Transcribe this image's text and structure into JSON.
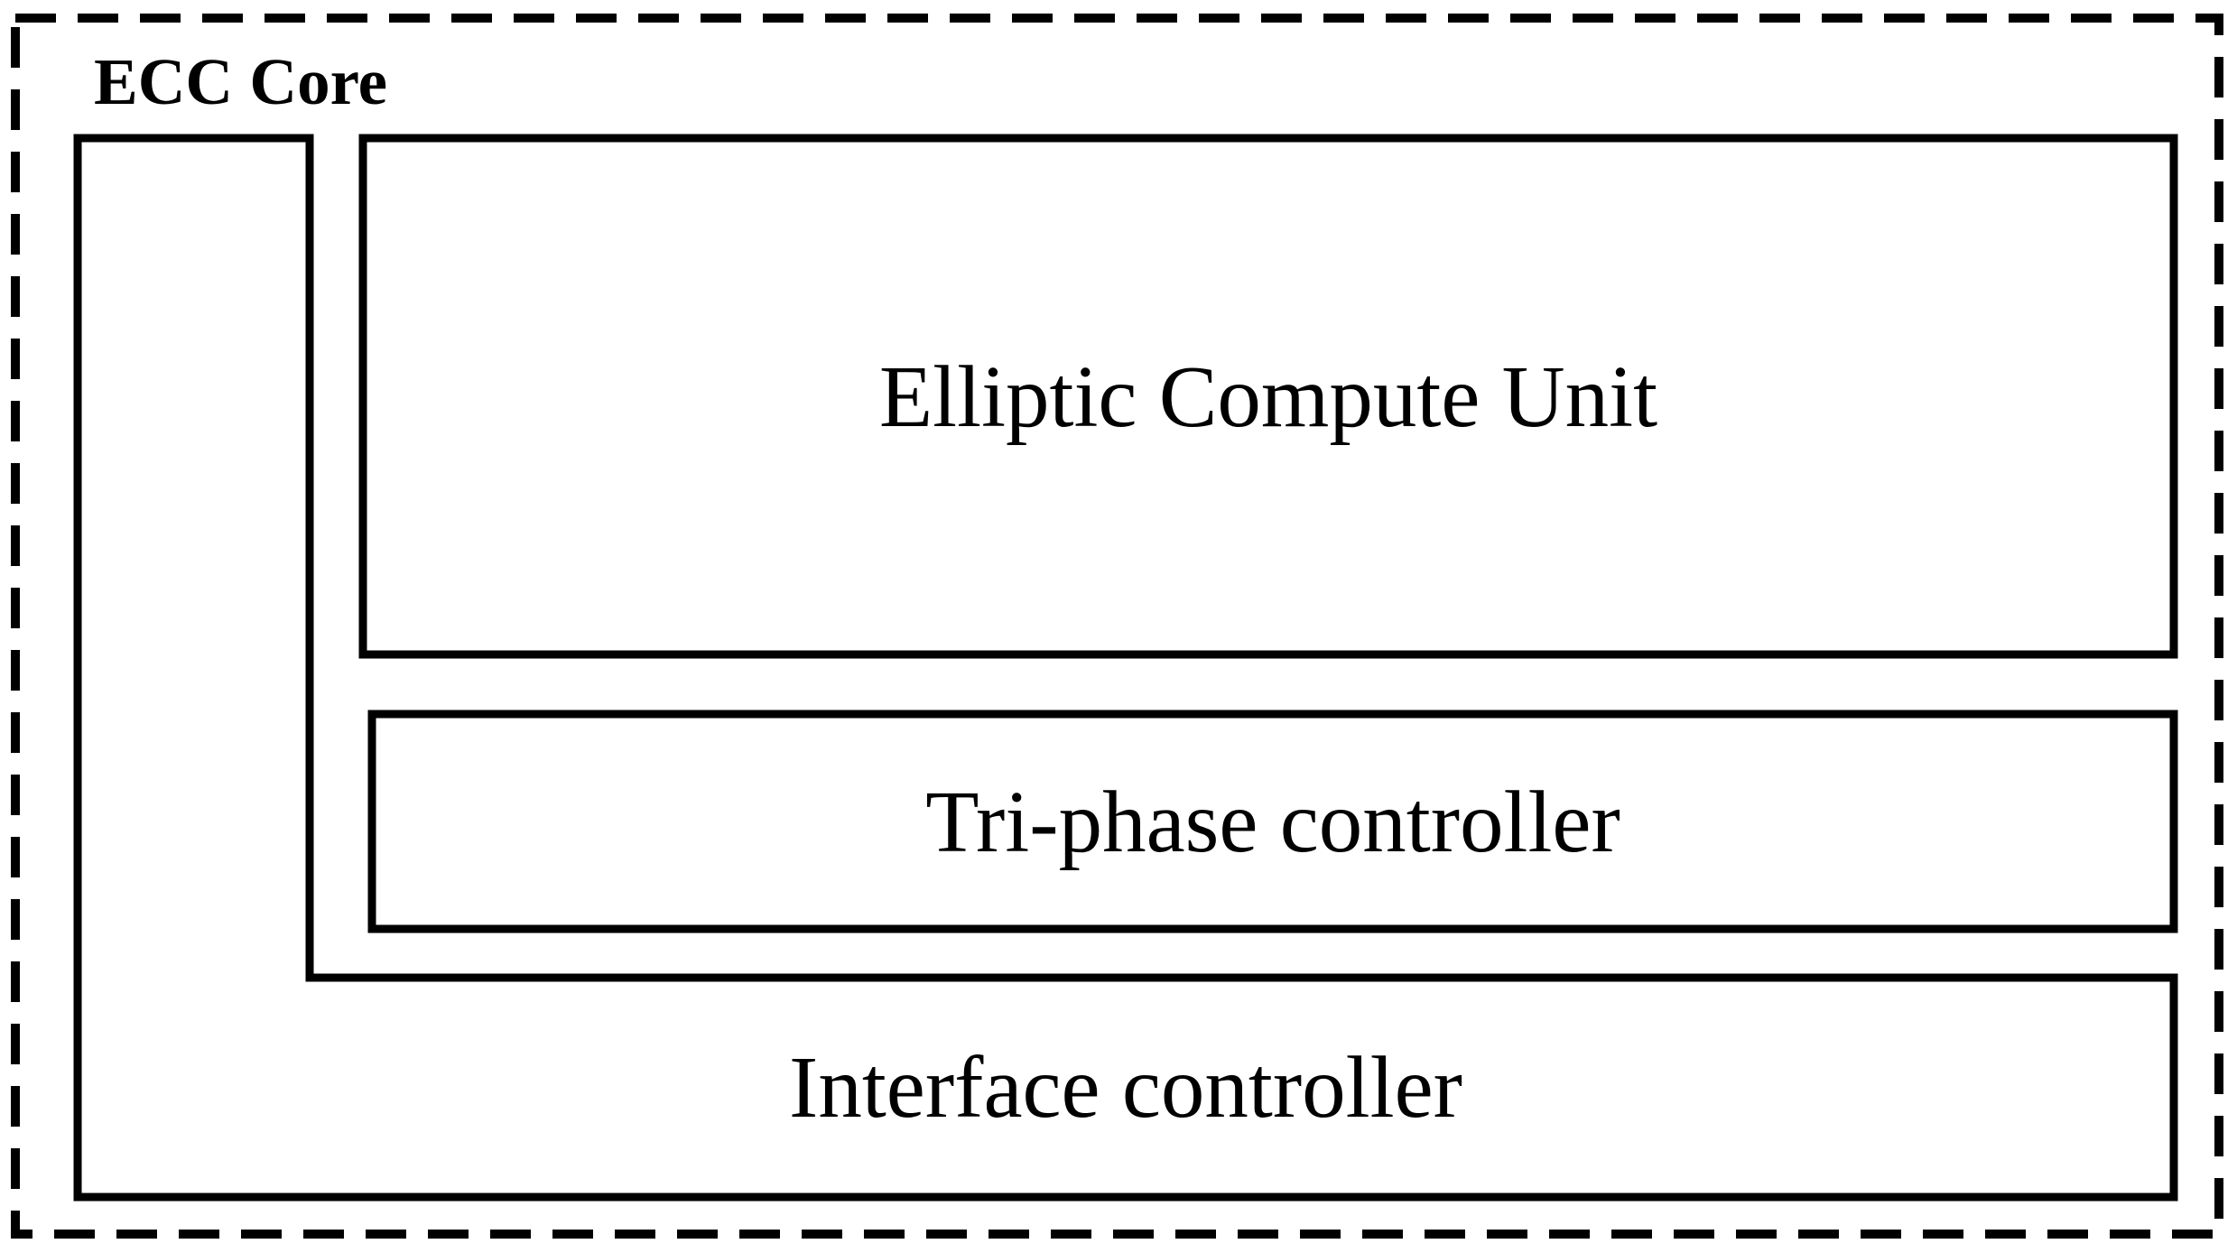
{
  "diagram": {
    "title": "ECC Core",
    "blocks": [
      {
        "label": "Elliptic Compute Unit"
      },
      {
        "label": "Tri-phase controller"
      },
      {
        "label": "Interface controller"
      }
    ],
    "colors": {
      "stroke": "#000000",
      "background": "#ffffff"
    },
    "border_style": "dashed"
  }
}
